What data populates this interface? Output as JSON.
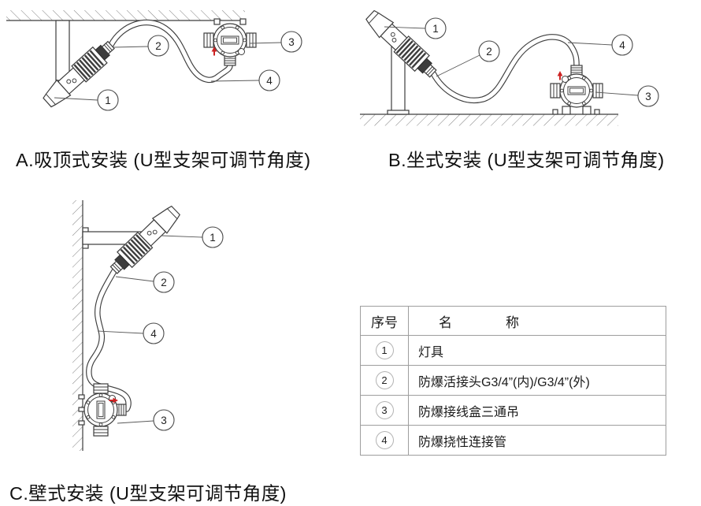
{
  "document": {
    "type": "installation-instruction-sheet",
    "background": "#ffffff"
  },
  "captions": {
    "a": "A.吸顶式安装 (U型支架可调节角度)",
    "b": "B.坐式安装 (U型支架可调节角度)",
    "c": "C.壁式安装 (U型支架可调节角度)"
  },
  "callout_labels": {
    "n1": "1",
    "n2": "2",
    "n3": "3",
    "n4": "4"
  },
  "parts_table": {
    "header": {
      "num": "序号",
      "name": "名　　　　称"
    },
    "rows": [
      {
        "num": "1",
        "name": "灯具"
      },
      {
        "num": "2",
        "name": "防爆活接头G3/4”(内)/G3/4”(外)"
      },
      {
        "num": "3",
        "name": "防爆接线盒三通吊"
      },
      {
        "num": "4",
        "name": "防爆挠性连接管"
      }
    ]
  },
  "colors": {
    "line": "#3d3d3d",
    "hatch": "#7f7f7f",
    "red_marker": "#cc2222",
    "table_border": "#9e9e9e",
    "text": "#111111"
  }
}
